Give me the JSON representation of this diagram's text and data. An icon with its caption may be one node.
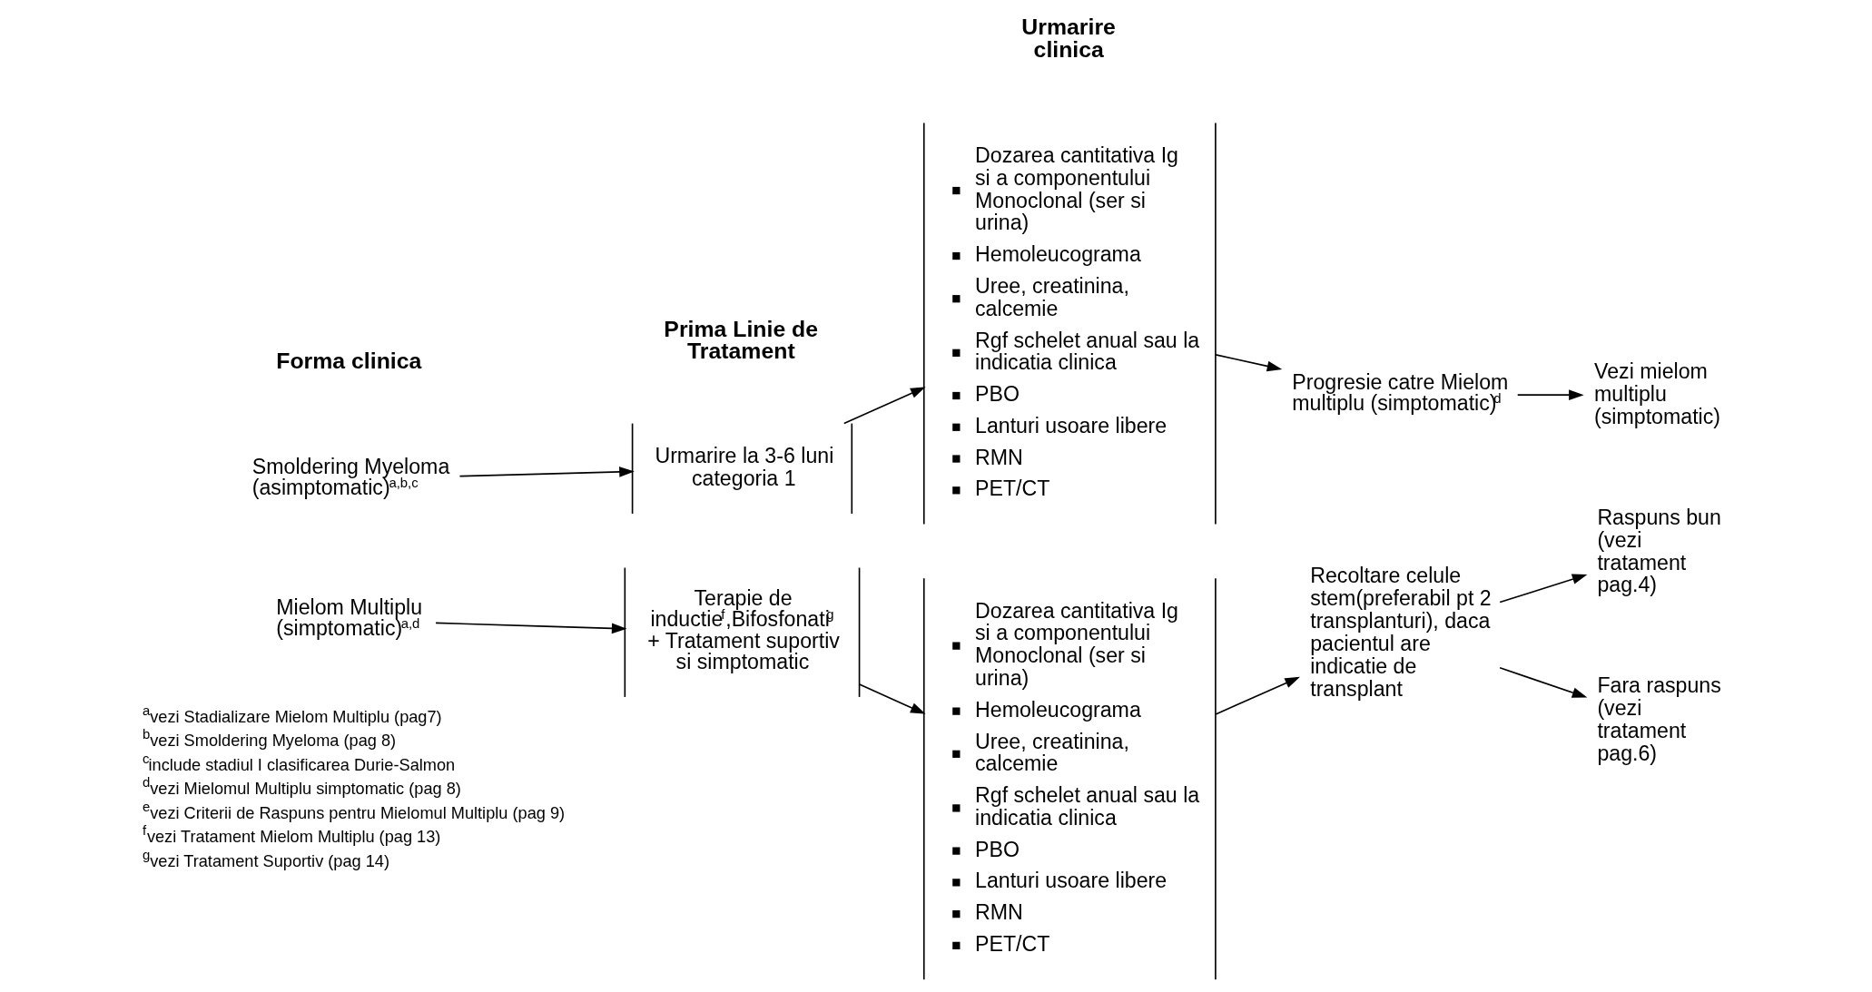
{
  "diagram": {
    "nodes": [
      {
        "text": [
          "Smoldering Myeloma (asimptomatic)$^{a,b,c}$"
        ]
      },
      {
        "text": [
          "Urmarire la 3-6 luni categoria 1"
        ]
      },
      {
        "text": [
          "Dozarea cantitativa Ig si a componentului Monoclonal (ser si urina)",
          "Hemoleucograma",
          "Uree, creatinina, calcemie",
          "Rgf schelet anual sau la indicatia clinica",
          "PBO",
          "Lanturi usoare libere",
          "RMN",
          "PET/CT"
        ]
      },
      {
        "text": [
          "Progresie catre Mielom multiplu (simptomatic)$^{d}$"
        ]
      },
      {
        "text": [
          "Vezi mielom multiplu (simptomatic)"
        ]
      },
      {
        "text": [
          "Mielom Multiplu (simptomatic)$^{a,d}$"
        ]
      },
      {
        "text": [
          "Terapie de inductie$^{f}$,Bifosfonati$^{g}$ + Tratament suportiv si simptomatic"
        ]
      },
      {
        "text": [
          "Dozarea cantitativa Ig si a componentului Monoclonal (ser si urina)",
          "Hemoleucograma",
          "Uree, creatinina, calcemie",
          "Rgf schelet anual sau la indicatia clinica",
          "PBO",
          "Lanturi usoare libere",
          "RMN",
          "PET/CT"
        ]
      },
      {
        "text": [
          "Recoltare celule stem(preferabil pt 2 transplanturi), daca pacientul are indicatie de transplant"
        ]
      },
      {
        "text": [
          "Raspuns bun (vezi tratament pag.4)"
        ]
      },
      {
        "text": [
          "Fara raspuns (vezi tratament pag.6)"
        ]
      }
    ],
    "edges": [
      {
        "from": 0,
        "to": 1,
        "arrow": "to"
      },
      {
        "from": 1,
        "to": 2,
        "arrow": "to"
      },
      {
        "from": 2,
        "to": 3,
        "arrow": "to"
      },
      {
        "from": 3,
        "to": 4,
        "arrow": "to"
      },
      {
        "from": 5,
        "to": 6,
        "arrow": "to"
      },
      {
        "from": 6,
        "to": 7,
        "arrow": "to"
      },
      {
        "from": 7,
        "to": 8,
        "arrow": "to"
      },
      {
        "from": 8,
        "to": 9,
        "arrow": "to"
      },
      {
        "from": 8,
        "to": 10,
        "arrow": "to"
      }
    ],
    "labels": [
      "Forma clinica",
      "Prima Linie de Tratament",
      "Urmarire clinica",
      "$^{a}$vezi Stadializare Mielom Multiplu (pag7)",
      "$^{b}$vezi Smoldering Myeloma (pag 8)",
      "$^{c}$include stadiul I clasificarea Durie-Salmon",
      "$^{d}$vezi Mielomul Multiplu simptomatic (pag 8)",
      "$^{e}$vezi Criterii de Raspuns pentru Mielomul Multiplu (pag 9)",
      "$^{f}$vezi Tratament Mielom Multiplu (pag 13)",
      "$^{g}$vezi Tratament Suportiv (pag 14)"
    ]
  }
}
